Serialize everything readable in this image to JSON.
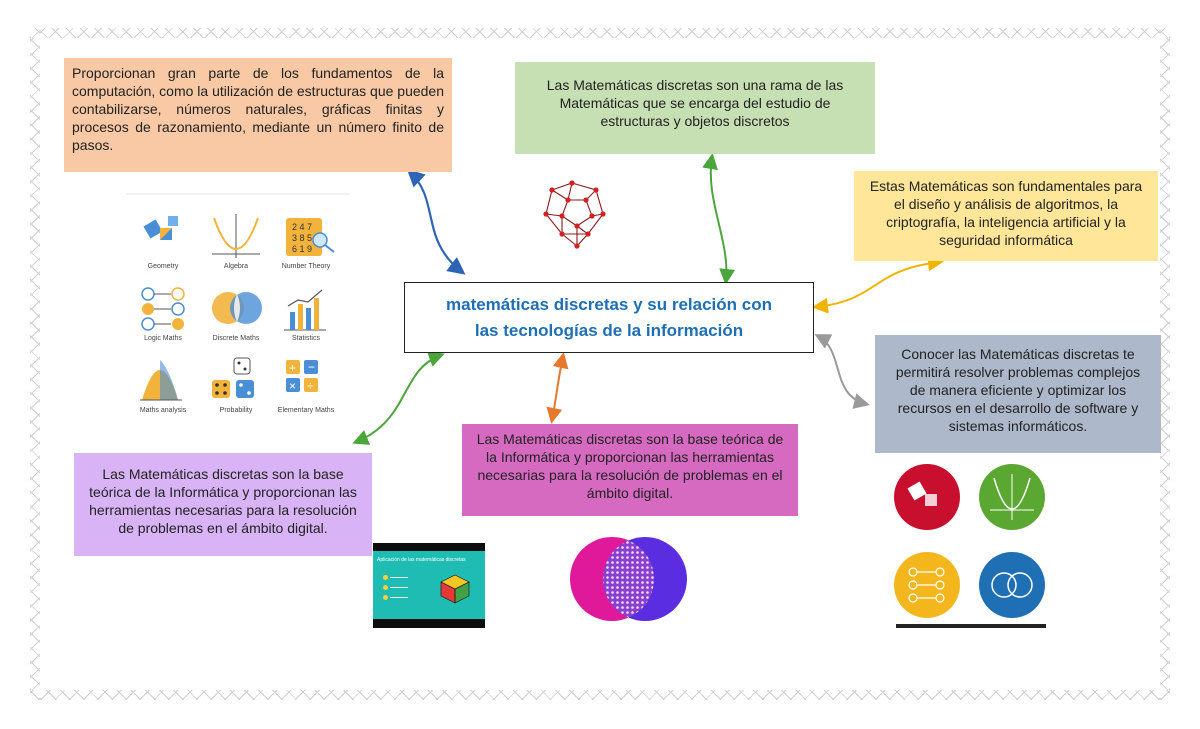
{
  "central": {
    "title_line1": "matemáticas discretas y su relación con",
    "title_line2": "las tecnologías de la información"
  },
  "nodes": {
    "top_left": "Proporcionan gran parte de los fundamentos de la computación, como la utilización de estructuras que pueden contabilizarse, números naturales, gráficas finitas y procesos de razonamiento, mediante un número finito de pasos.",
    "top_mid": "Las Matemáticas discretas son una rama de las Matemáticas que se encarga del estudio de estructuras y objetos discretos",
    "right_top": "Estas Matemáticas son fundamentales para el diseño y análisis de algoritmos, la criptografía, la inteligencia artificial y la seguridad informática",
    "right_mid": "Conocer las Matemáticas discretas te permitirá resolver problemas complejos de manera eficiente y optimizar los recursos en el desarrollo de software y sistemas informáticos.",
    "mid_bottom": "Las Matemáticas discretas son la base teórica de la Informática y proporcionan las herramientas necesarias para la resolución de problemas en el ámbito digital.",
    "left_bottom": "Las Matemáticas discretas son la base teórica de la Informática y proporcionan las herramientas necesarias para la resolución de problemas en el ámbito digital."
  },
  "icon_grid": {
    "labels": [
      "Geometry",
      "Algebra",
      "Number Theory",
      "Logic Maths",
      "Discrete Maths",
      "Statistics",
      "Maths analysis",
      "Probability",
      "Elementary Maths"
    ]
  },
  "slide": {
    "title": "Aplicación de las matemáticas discretas"
  },
  "colors": {
    "top_left": "#f8c9a4",
    "top_mid": "#c6e0b4",
    "right_top": "#ffe699",
    "right_mid": "#adb9ca",
    "mid_bottom": "#d66ac1",
    "left_bottom": "#d8b4f6",
    "title": "#1f6fb5"
  }
}
